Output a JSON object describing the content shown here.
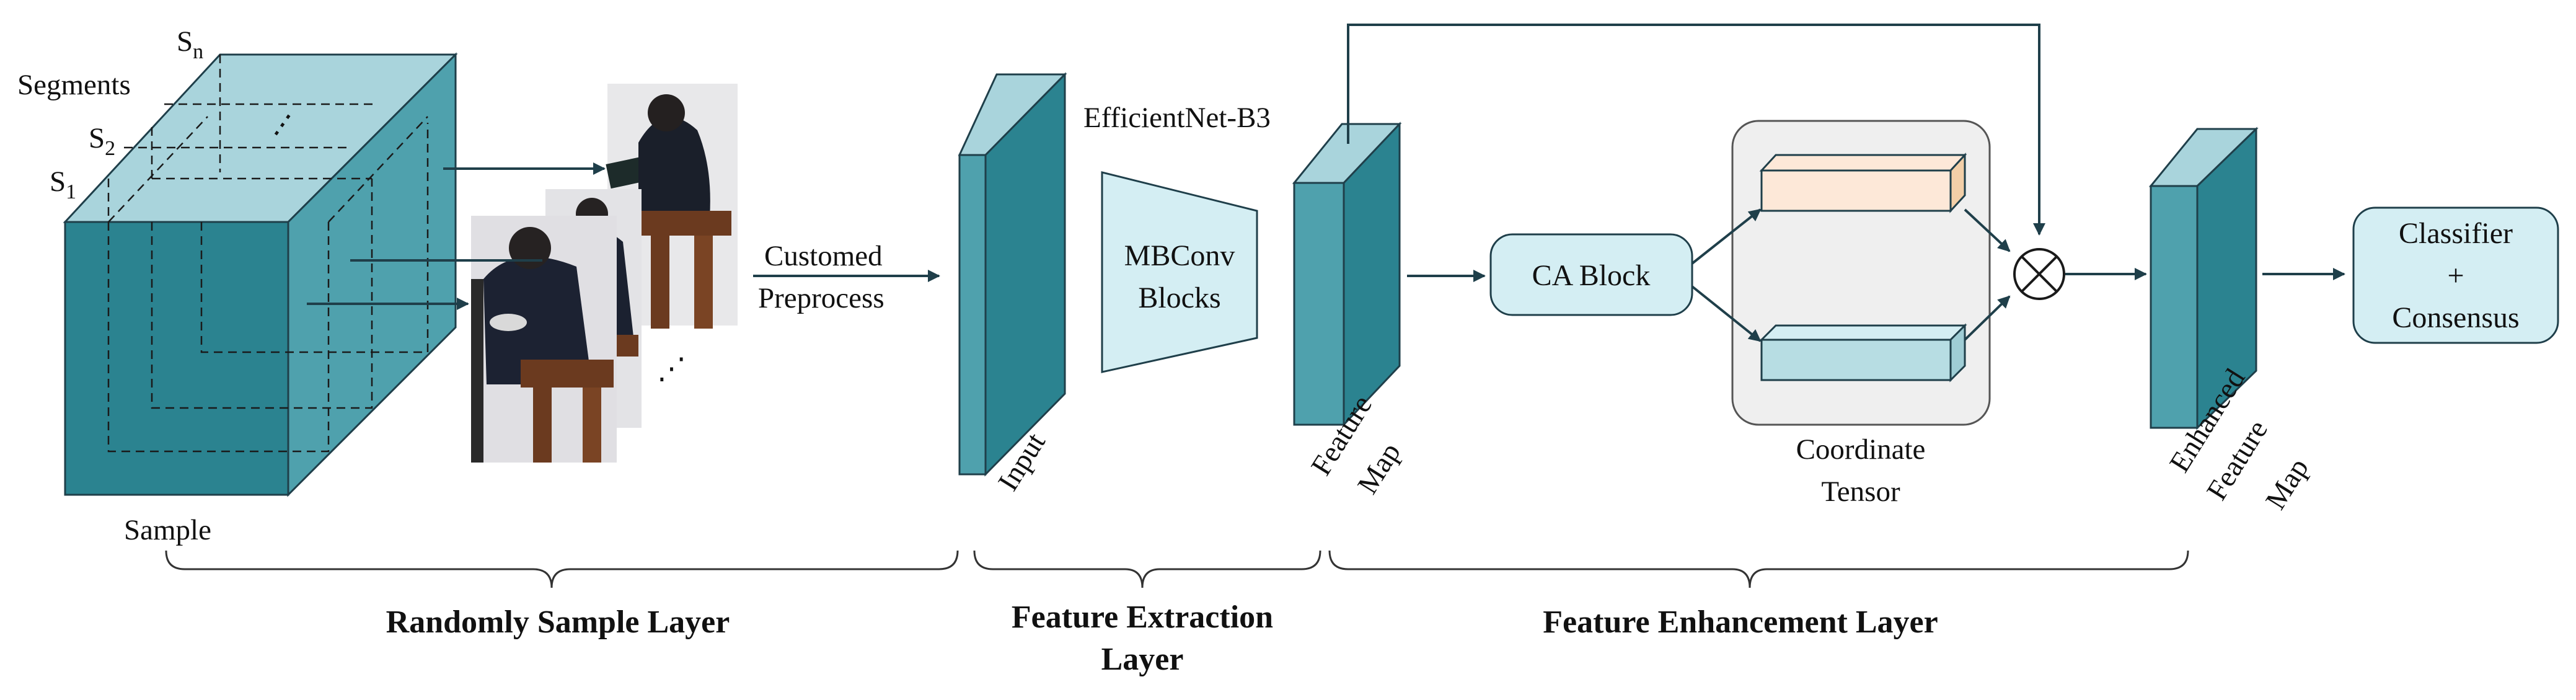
{
  "sample": {
    "segments_label": "Segments",
    "sn": "S",
    "sn_sub": "n",
    "s2": "S",
    "s2_sub": "2",
    "s1": "S",
    "s1_sub": "1",
    "dots": "⋮",
    "sample_label": "Sample",
    "frames_ellipsis": "⋰"
  },
  "preprocess": {
    "line1": "Customed",
    "line2": "Preprocess"
  },
  "extraction": {
    "backbone": "EfficientNet-B3",
    "input_label": "Input",
    "mbconv_line1": "MBConv",
    "mbconv_line2": "Blocks",
    "feature_line1": "Feature",
    "feature_line2": "Map"
  },
  "enhancement": {
    "ca_block": "CA Block",
    "coord_line1": "Coordinate",
    "coord_line2": "Tensor",
    "multiply_icon": "circle-times-icon",
    "enhanced_line1": "Enhanced",
    "enhanced_line2": "Feature",
    "enhanced_line3": "Map"
  },
  "classifier": {
    "line1": "Classifier",
    "line2": "+",
    "line3": "Consensus"
  },
  "sections": {
    "sample_layer": "Randomly Sample Layer",
    "extraction_line1": "Feature Extraction",
    "extraction_line2": "Layer",
    "enhancement_layer": "Feature Enhancement Layer"
  },
  "colors": {
    "teal_front": "#2b8390",
    "teal_mid": "#4fa1ad",
    "teal_light": "#a9d4dc",
    "pale_cyan": "#d4eef3",
    "peach": "#fde8d8",
    "peach_side": "#f2cfa8",
    "light_cyan_bar": "#b7dde3",
    "coord_bg": "#efefef",
    "stroke": "#1f3f4a"
  }
}
